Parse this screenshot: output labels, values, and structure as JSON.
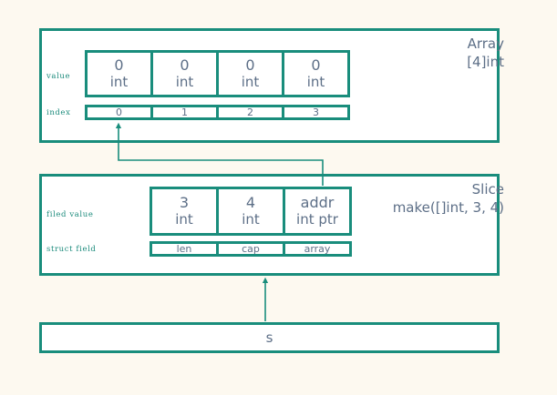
{
  "theme": {
    "background": "#fdf9f0",
    "accent": "#198d7c",
    "text": "#5d6f87",
    "caption": "#1c8b7c",
    "box_fill": "#ffffff"
  },
  "array_section": {
    "title_line1": "Array",
    "title_line2": "[4]int",
    "value_caption": "value",
    "index_caption": "index",
    "cells": [
      {
        "value": "0",
        "type": "int",
        "index": "0"
      },
      {
        "value": "0",
        "type": "int",
        "index": "1"
      },
      {
        "value": "0",
        "type": "int",
        "index": "2"
      },
      {
        "value": "0",
        "type": "int",
        "index": "3"
      }
    ]
  },
  "slice_section": {
    "title_line1": "Slice",
    "title_line2": "make([]int, 3, 4)",
    "value_caption": "filed value",
    "field_caption": "struct field",
    "cells": [
      {
        "value": "3",
        "type": "int",
        "field": "len"
      },
      {
        "value": "4",
        "type": "int",
        "field": "cap"
      },
      {
        "value": "addr",
        "type": "int ptr",
        "field": "array"
      }
    ]
  },
  "variable_section": {
    "name": "s"
  },
  "connectors": [
    {
      "name": "array-ptr-to-index0",
      "description": "from slice array field up-left to array index 0 cell"
    },
    {
      "name": "variable-to-slice",
      "description": "from variable s box up to slice struct"
    }
  ]
}
